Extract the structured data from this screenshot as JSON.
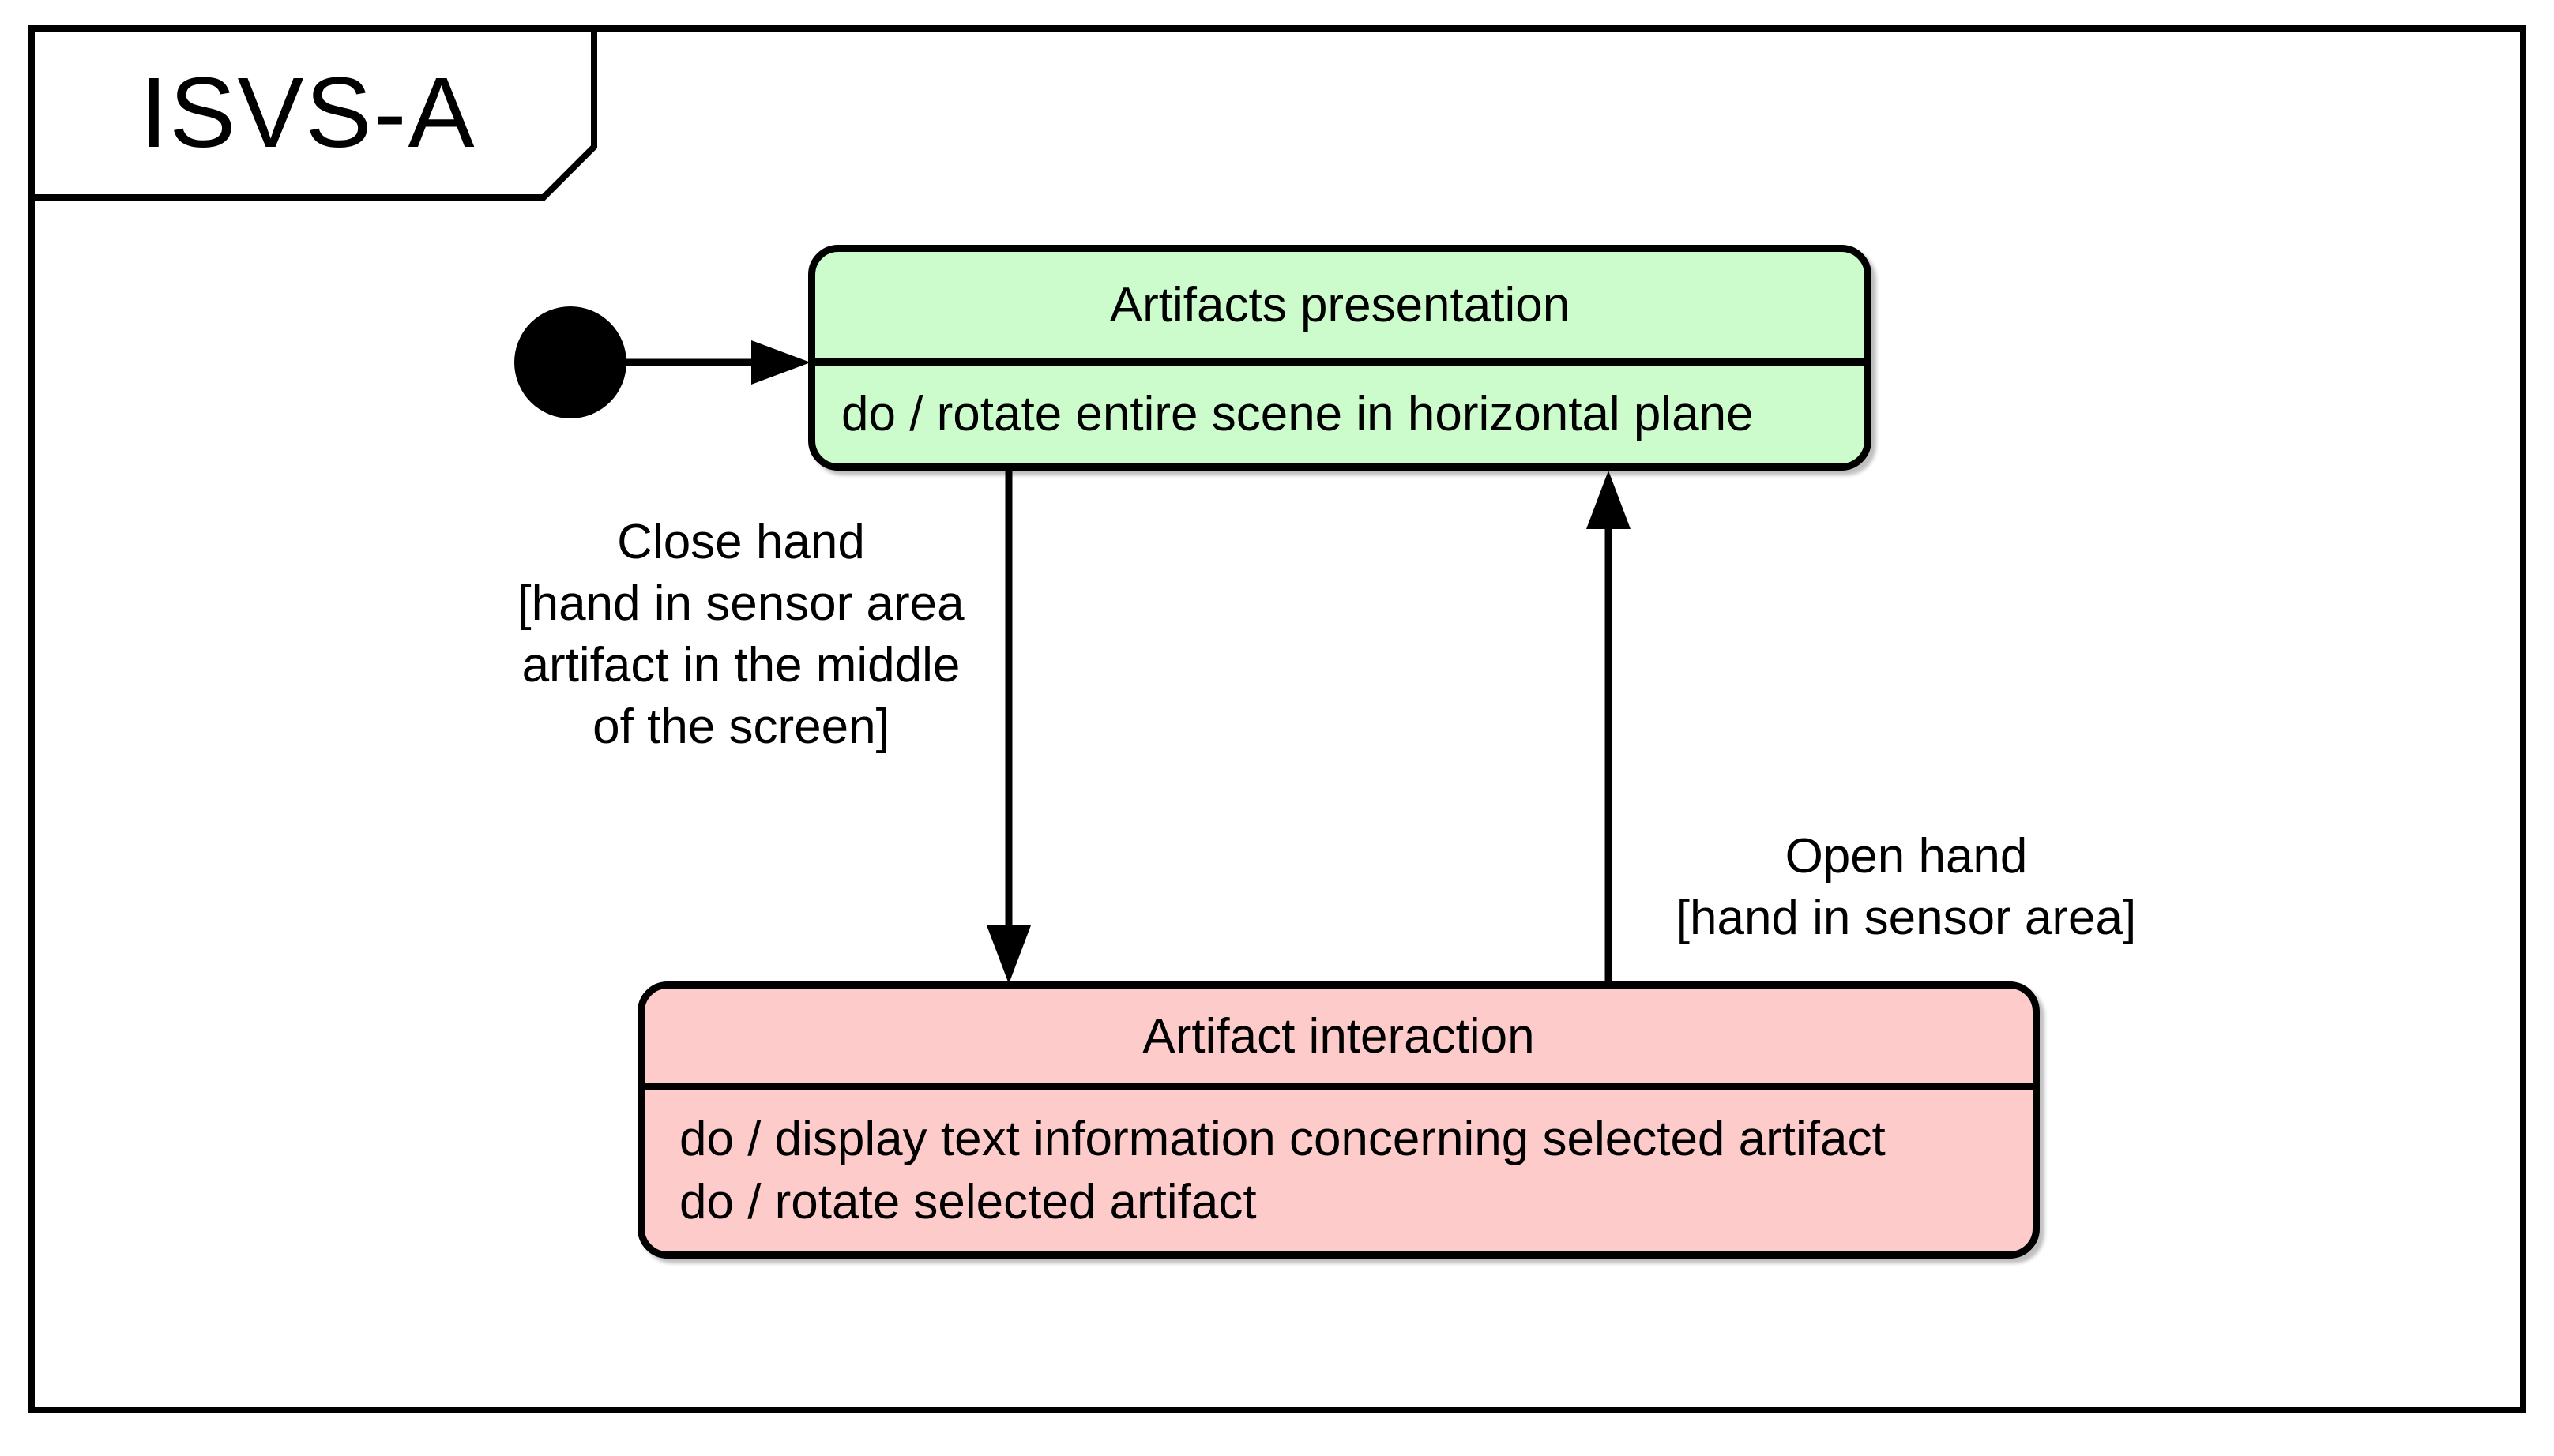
{
  "diagram": {
    "frame_title": "ISVS-A",
    "initial_state": {
      "name": "initial"
    },
    "states": [
      {
        "name": "Artifacts presentation",
        "activities": "do / rotate entire scene in horizontal plane",
        "fill_color": "#ccfccb"
      },
      {
        "name": "Artifact interaction",
        "activities": "do / display text information concerning selected artifact\ndo / rotate selected artifact",
        "fill_color": "#fdcbca"
      }
    ],
    "transitions": [
      {
        "from": "initial",
        "to": "Artifacts presentation",
        "label": ""
      },
      {
        "from": "Artifacts presentation",
        "to": "Artifact interaction",
        "label": "Close hand\n[hand in sensor area\nartifact in the middle\nof the screen]"
      },
      {
        "from": "Artifact interaction",
        "to": "Artifacts presentation",
        "label": "Open hand\n[hand in sensor area]"
      }
    ],
    "colors": {
      "border": "#000000",
      "background": "#ffffff",
      "state_green_fill": "#ccfccb",
      "state_pink_fill": "#fdcbca"
    }
  }
}
